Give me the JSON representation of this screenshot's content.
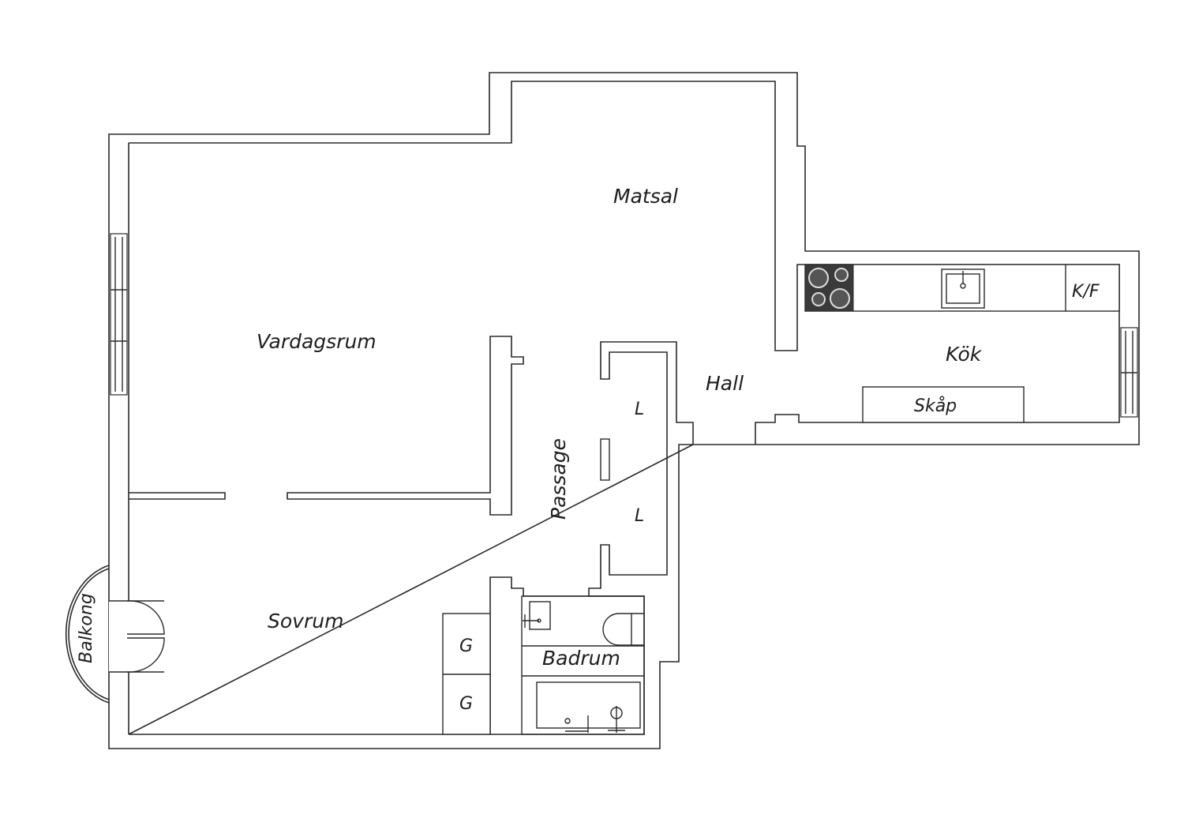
{
  "floorplan": {
    "rooms": {
      "matsal": "Matsal",
      "vardagsrum": "Vardagsrum",
      "kok": "Kök",
      "hall": "Hall",
      "passage": "Passage",
      "sovrum": "Sovrum",
      "badrum": "Badrum",
      "balkong": "Balkong"
    },
    "fixtures": {
      "kyl_frys": "K/F",
      "skap": "Skåp",
      "linen_1": "L",
      "linen_2": "L",
      "garderob_1": "G",
      "garderob_2": "G"
    },
    "colors": {
      "line": "#2a2a2a",
      "stove": "#3a3a3a",
      "background": "#ffffff"
    }
  }
}
